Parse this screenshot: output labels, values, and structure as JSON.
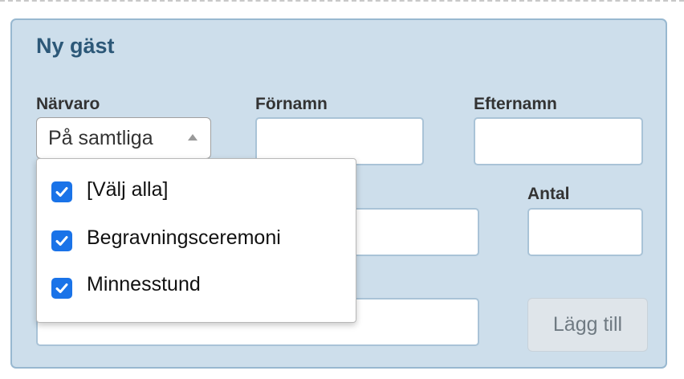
{
  "form": {
    "title": "Ny gäst",
    "attendance": {
      "label": "Närvaro",
      "selected": "På samtliga",
      "options": [
        {
          "label": " [Välj alla]",
          "checked": true
        },
        {
          "label": "Begravningsceremoni",
          "checked": true
        },
        {
          "label": "Minnesstund",
          "checked": true
        }
      ]
    },
    "first_name": {
      "label": "Förnamn",
      "value": ""
    },
    "last_name": {
      "label": "Efternamn",
      "value": ""
    },
    "count": {
      "label": "Antal",
      "value": ""
    },
    "add_button": "Lägg till"
  },
  "colors": {
    "panel_bg": "#cddeeb",
    "title": "#2c5878",
    "checkbox": "#1a73e8",
    "button_disabled_bg": "#dfe5ea"
  }
}
